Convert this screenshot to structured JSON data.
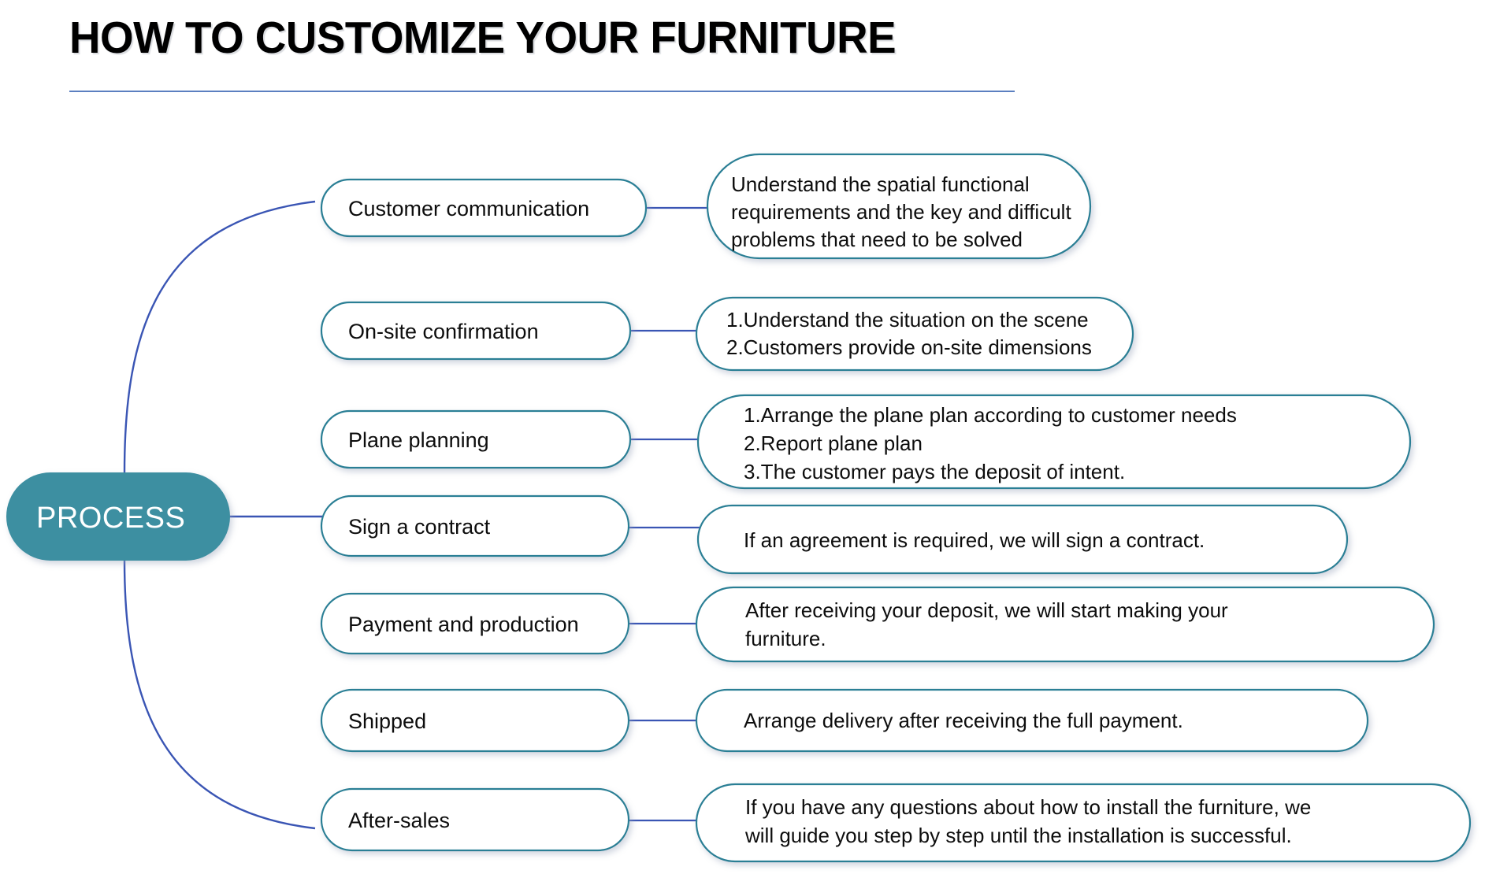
{
  "page": {
    "title": "HOW TO CUSTOMIZE YOUR FURNITURE",
    "background_color": "#ffffff",
    "title_rule_color": "#5b7fc0"
  },
  "colors": {
    "root_fill": "#3c8fa1",
    "root_text": "#ffffff",
    "node_stroke": "#2b7f95",
    "node_fill": "#ffffff",
    "connector": "#3a55b4",
    "body_text": "#0d0d0d"
  },
  "root": {
    "label": "PROCESS"
  },
  "steps": [
    {
      "label": "Customer communication",
      "detail_lines": [
        "Understand the spatial functional",
        "requirements and the key and difficult",
        "problems that need to be solved"
      ]
    },
    {
      "label": "On-site confirmation",
      "detail_lines": [
        "1.Understand the situation on the scene",
        "2.Customers provide on-site dimensions"
      ]
    },
    {
      "label": "Plane planning",
      "detail_lines": [
        "1.Arrange the plane plan according to customer needs",
        "2.Report plane plan",
        "3.The customer pays the deposit of intent."
      ]
    },
    {
      "label": "Sign a contract",
      "detail_lines": [
        "If an agreement is required, we will sign a contract."
      ]
    },
    {
      "label": "Payment and production",
      "detail_lines": [
        "After receiving your deposit, we will start making your",
        "furniture."
      ]
    },
    {
      "label": "Shipped",
      "detail_lines": [
        "Arrange delivery after receiving the full payment."
      ]
    },
    {
      "label": "After-sales",
      "detail_lines": [
        "If you have any questions about how to install the furniture, we",
        "will guide you step by step until the installation is successful."
      ]
    }
  ]
}
